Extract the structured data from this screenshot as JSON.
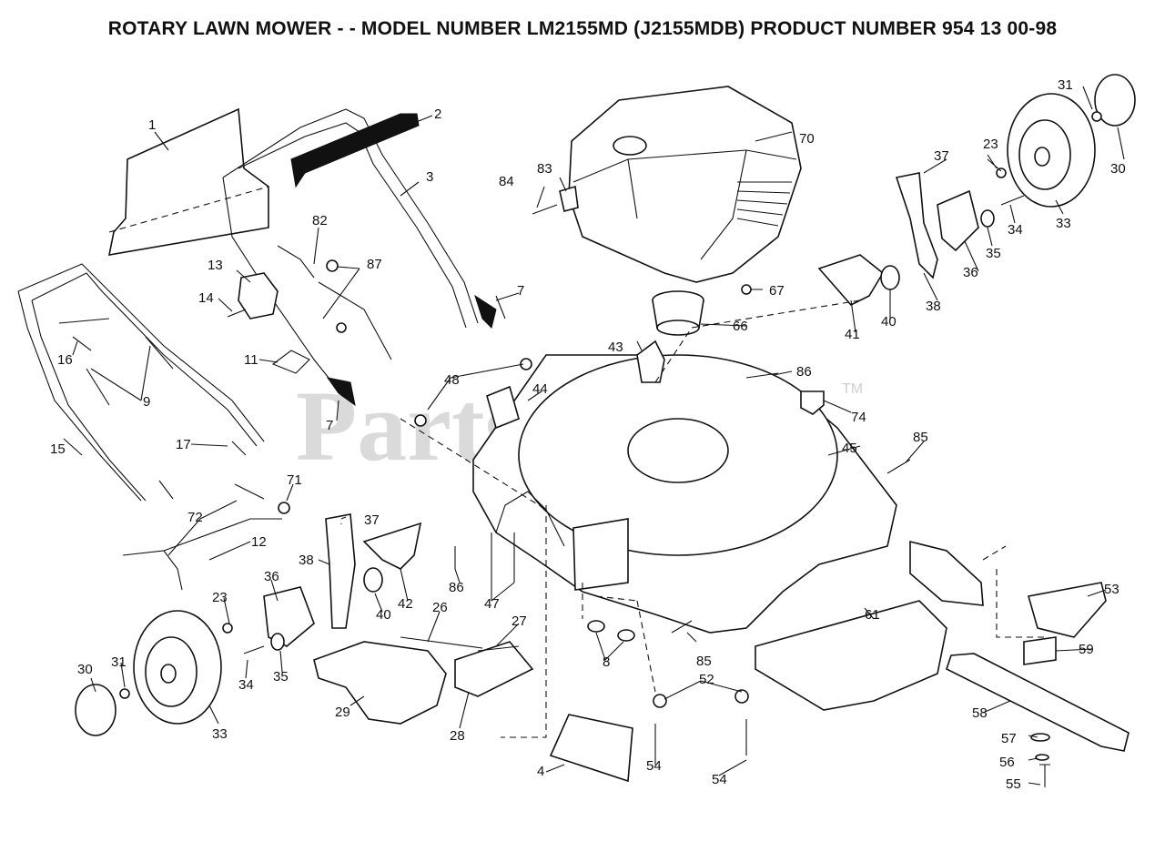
{
  "title": "ROTARY LAWN MOWER - - MODEL NUMBER LM2155MD (J2155MDB)  PRODUCT NUMBER  954 13 00-98",
  "watermark": "PartsTree",
  "watermark_tm": "TM",
  "callouts": [
    {
      "id": "1",
      "text": "1"
    },
    {
      "id": "2",
      "text": "2"
    },
    {
      "id": "3",
      "text": "3"
    },
    {
      "id": "4",
      "text": "4"
    },
    {
      "id": "7a",
      "text": "7"
    },
    {
      "id": "7b",
      "text": "7"
    },
    {
      "id": "8",
      "text": "8"
    },
    {
      "id": "9",
      "text": "9"
    },
    {
      "id": "11",
      "text": "11"
    },
    {
      "id": "12",
      "text": "12"
    },
    {
      "id": "13",
      "text": "13"
    },
    {
      "id": "14",
      "text": "14"
    },
    {
      "id": "15",
      "text": "15"
    },
    {
      "id": "16",
      "text": "16"
    },
    {
      "id": "17",
      "text": "17"
    },
    {
      "id": "23a",
      "text": "23"
    },
    {
      "id": "23b",
      "text": "23"
    },
    {
      "id": "26",
      "text": "26"
    },
    {
      "id": "27",
      "text": "27"
    },
    {
      "id": "28",
      "text": "28"
    },
    {
      "id": "29",
      "text": "29"
    },
    {
      "id": "30a",
      "text": "30"
    },
    {
      "id": "30b",
      "text": "30"
    },
    {
      "id": "31a",
      "text": "31"
    },
    {
      "id": "31b",
      "text": "31"
    },
    {
      "id": "33a",
      "text": "33"
    },
    {
      "id": "33b",
      "text": "33"
    },
    {
      "id": "34a",
      "text": "34"
    },
    {
      "id": "34b",
      "text": "34"
    },
    {
      "id": "35a",
      "text": "35"
    },
    {
      "id": "35b",
      "text": "35"
    },
    {
      "id": "36a",
      "text": "36"
    },
    {
      "id": "36b",
      "text": "36"
    },
    {
      "id": "37a",
      "text": "37"
    },
    {
      "id": "37b",
      "text": "37"
    },
    {
      "id": "38a",
      "text": "38"
    },
    {
      "id": "38b",
      "text": "38"
    },
    {
      "id": "40a",
      "text": "40"
    },
    {
      "id": "40b",
      "text": "40"
    },
    {
      "id": "41",
      "text": "41"
    },
    {
      "id": "42",
      "text": "42"
    },
    {
      "id": "43",
      "text": "43"
    },
    {
      "id": "44",
      "text": "44"
    },
    {
      "id": "45",
      "text": "45"
    },
    {
      "id": "47",
      "text": "47"
    },
    {
      "id": "48",
      "text": "48"
    },
    {
      "id": "52",
      "text": "52"
    },
    {
      "id": "53",
      "text": "53"
    },
    {
      "id": "54a",
      "text": "54"
    },
    {
      "id": "54b",
      "text": "54"
    },
    {
      "id": "55",
      "text": "55"
    },
    {
      "id": "56",
      "text": "56"
    },
    {
      "id": "57",
      "text": "57"
    },
    {
      "id": "58",
      "text": "58"
    },
    {
      "id": "59",
      "text": "59"
    },
    {
      "id": "61",
      "text": "61"
    },
    {
      "id": "66",
      "text": "66"
    },
    {
      "id": "67",
      "text": "67"
    },
    {
      "id": "70",
      "text": "70"
    },
    {
      "id": "71",
      "text": "71"
    },
    {
      "id": "72",
      "text": "72"
    },
    {
      "id": "74",
      "text": "74"
    },
    {
      "id": "82",
      "text": "82"
    },
    {
      "id": "83",
      "text": "83"
    },
    {
      "id": "84",
      "text": "84"
    },
    {
      "id": "85a",
      "text": "85"
    },
    {
      "id": "85b",
      "text": "85"
    },
    {
      "id": "86a",
      "text": "86"
    },
    {
      "id": "86b",
      "text": "86"
    },
    {
      "id": "87",
      "text": "87"
    }
  ]
}
